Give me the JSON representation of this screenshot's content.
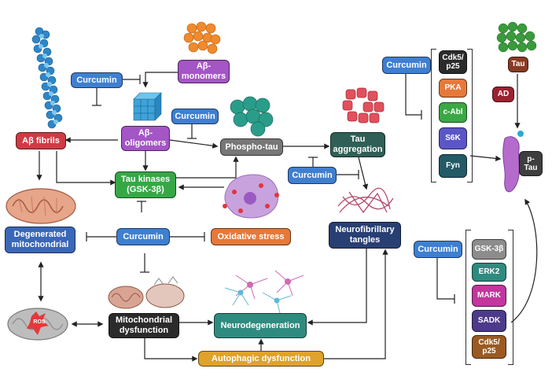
{
  "nodes": {
    "curcumin_1": "Curcumin",
    "ab_monomers": "Aβ-\nmonomers",
    "ab_oligomers": "Aβ-\noligomers",
    "curcumin_2": "Curcumin",
    "ab_fibrils": "Aβ fibrils",
    "phospho_tau": "Phospho-tau",
    "tau_aggregation": "Tau\naggregation",
    "curcumin_3": "Curcumin",
    "tau_kinases": "Tau kinases\n(GSK-3β)",
    "degenerated_mito": "Degenerated\nmitochondrial",
    "curcumin_4": "Curcumin",
    "oxidative_stress": "Oxidative stress",
    "nf_tangles": "Neurofibrillary\ntangles",
    "mito_dysfunction": "Mitochondrial\ndysfunction",
    "neurodegeneration": "Neurodegeneration",
    "autophagic_dysfunction": "Autophagic dysfunction",
    "ros": "ROS",
    "curcumin_5": "Curcumin",
    "curcumin_6": "Curcumin",
    "tau": "Tau",
    "ad": "AD",
    "p_tau": "p-\nTau"
  },
  "kinases_top": [
    "Cdk5/\np25",
    "PKA",
    "c-Abl",
    "S6K",
    "Fyn"
  ],
  "kinases_bottom": [
    "GSK-3β",
    "ERK2",
    "MARK",
    "SADK",
    "Cdk5/\np25"
  ]
}
